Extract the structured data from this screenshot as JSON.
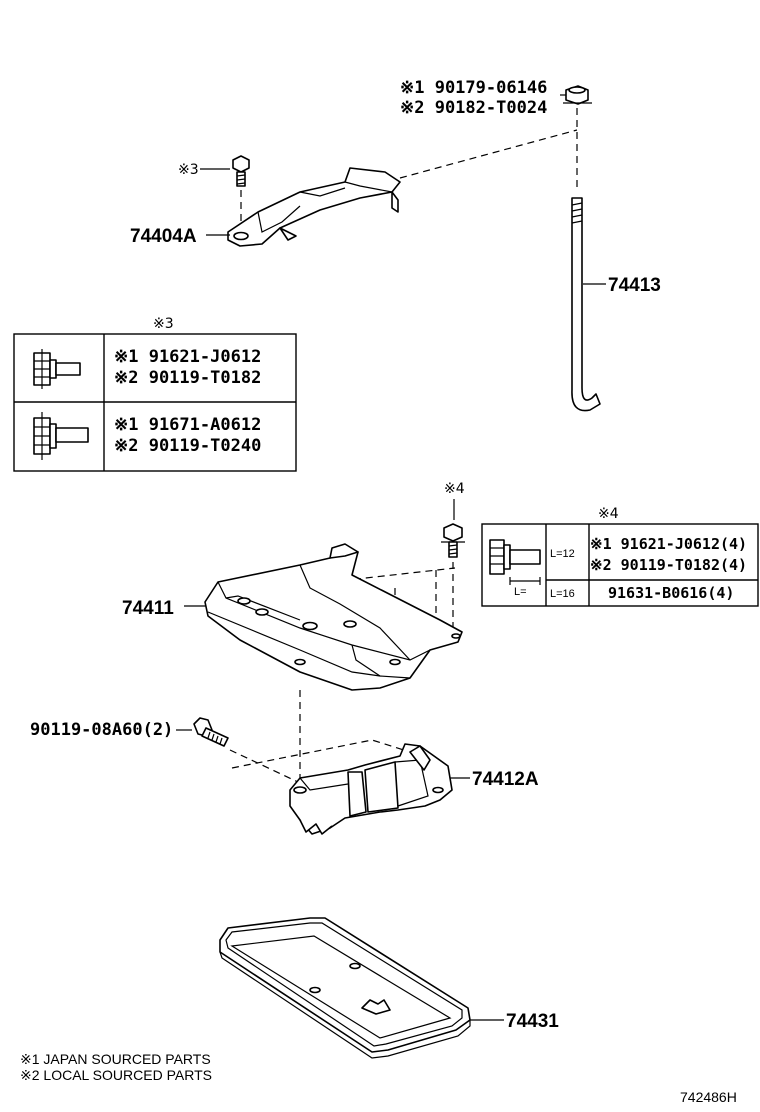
{
  "diagram": {
    "labels": {
      "upper_nut": {
        "line1": "※1 90179-06146",
        "line2": "※2 90182-T0024"
      },
      "clamp": "74404A",
      "rod": "74413",
      "mark3": "※3",
      "mark4": "※4",
      "tray": "74411",
      "bolt_bottom": "90119-08A60(2)",
      "carrier": "74412A",
      "pan": "74431"
    },
    "table3": {
      "caption": "※3",
      "rows": [
        {
          "line1": "※1 91621-J0612",
          "line2": "※2 90119-T0182"
        },
        {
          "line1": "※1 91671-A0612",
          "line2": "※2 90119-T0240"
        }
      ]
    },
    "table4": {
      "caption": "※4",
      "length_label": "L=",
      "rows": [
        {
          "length": "L=12",
          "line1": "※1 91621-J0612(4)",
          "line2": "※2 90119-T0182(4)"
        },
        {
          "length": "L=16",
          "line1": "91631-B0616(4)"
        }
      ]
    },
    "notes": [
      "※1 JAPAN SOURCED PARTS",
      "※2 LOCAL SOURCED PARTS"
    ],
    "diagram_id": "742486H"
  }
}
